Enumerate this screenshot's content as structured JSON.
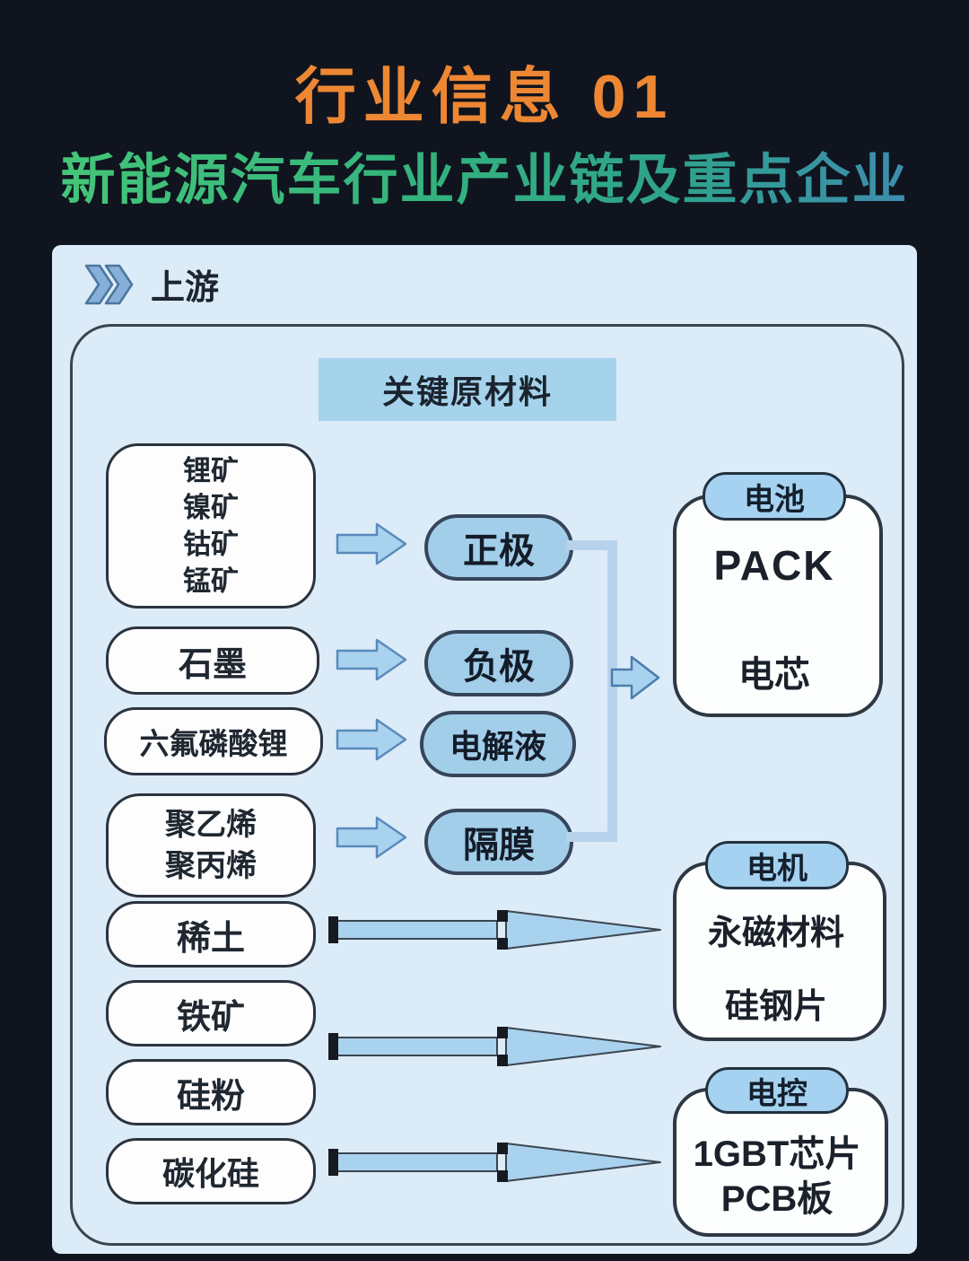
{
  "page": {
    "title": "行业信息 01",
    "subtitle": "新能源汽车行业产业链及重点企业"
  },
  "upstream": {
    "stage_label": "上游",
    "header": "关键原材料",
    "materials": [
      {
        "lines": [
          "锂矿",
          "镍矿",
          "钴矿",
          "锰矿"
        ]
      },
      {
        "lines": [
          "石墨"
        ]
      },
      {
        "lines": [
          "六氟磷酸锂"
        ]
      },
      {
        "lines": [
          "聚乙烯",
          "聚丙烯"
        ]
      },
      {
        "lines": [
          "稀土"
        ]
      },
      {
        "lines": [
          "铁矿"
        ]
      },
      {
        "lines": [
          "硅粉"
        ]
      },
      {
        "lines": [
          "碳化硅"
        ]
      }
    ],
    "components": [
      {
        "label": "正极"
      },
      {
        "label": "负极"
      },
      {
        "label": "电解液"
      },
      {
        "label": "隔膜"
      }
    ],
    "battery": {
      "label": "电池",
      "items": [
        "PACK",
        "电芯"
      ]
    },
    "motor": {
      "label": "电机",
      "items": [
        "永磁材料",
        "硅钢片"
      ]
    },
    "control": {
      "label": "电控",
      "items": [
        "1GBT芯片",
        "PCB板"
      ]
    }
  },
  "colors": {
    "background": "#10141E",
    "title_orange": "#ED8733",
    "subtitle_gradient_start": "#47C878",
    "subtitle_gradient_end": "#4187B8",
    "panel_bg": "#DCEBF8",
    "header_fill": "#A6D3EC",
    "pill_fill": "#A2CEEA",
    "arrow_fill": "#A9D2EF",
    "box_fill": "#FDFDFE"
  }
}
